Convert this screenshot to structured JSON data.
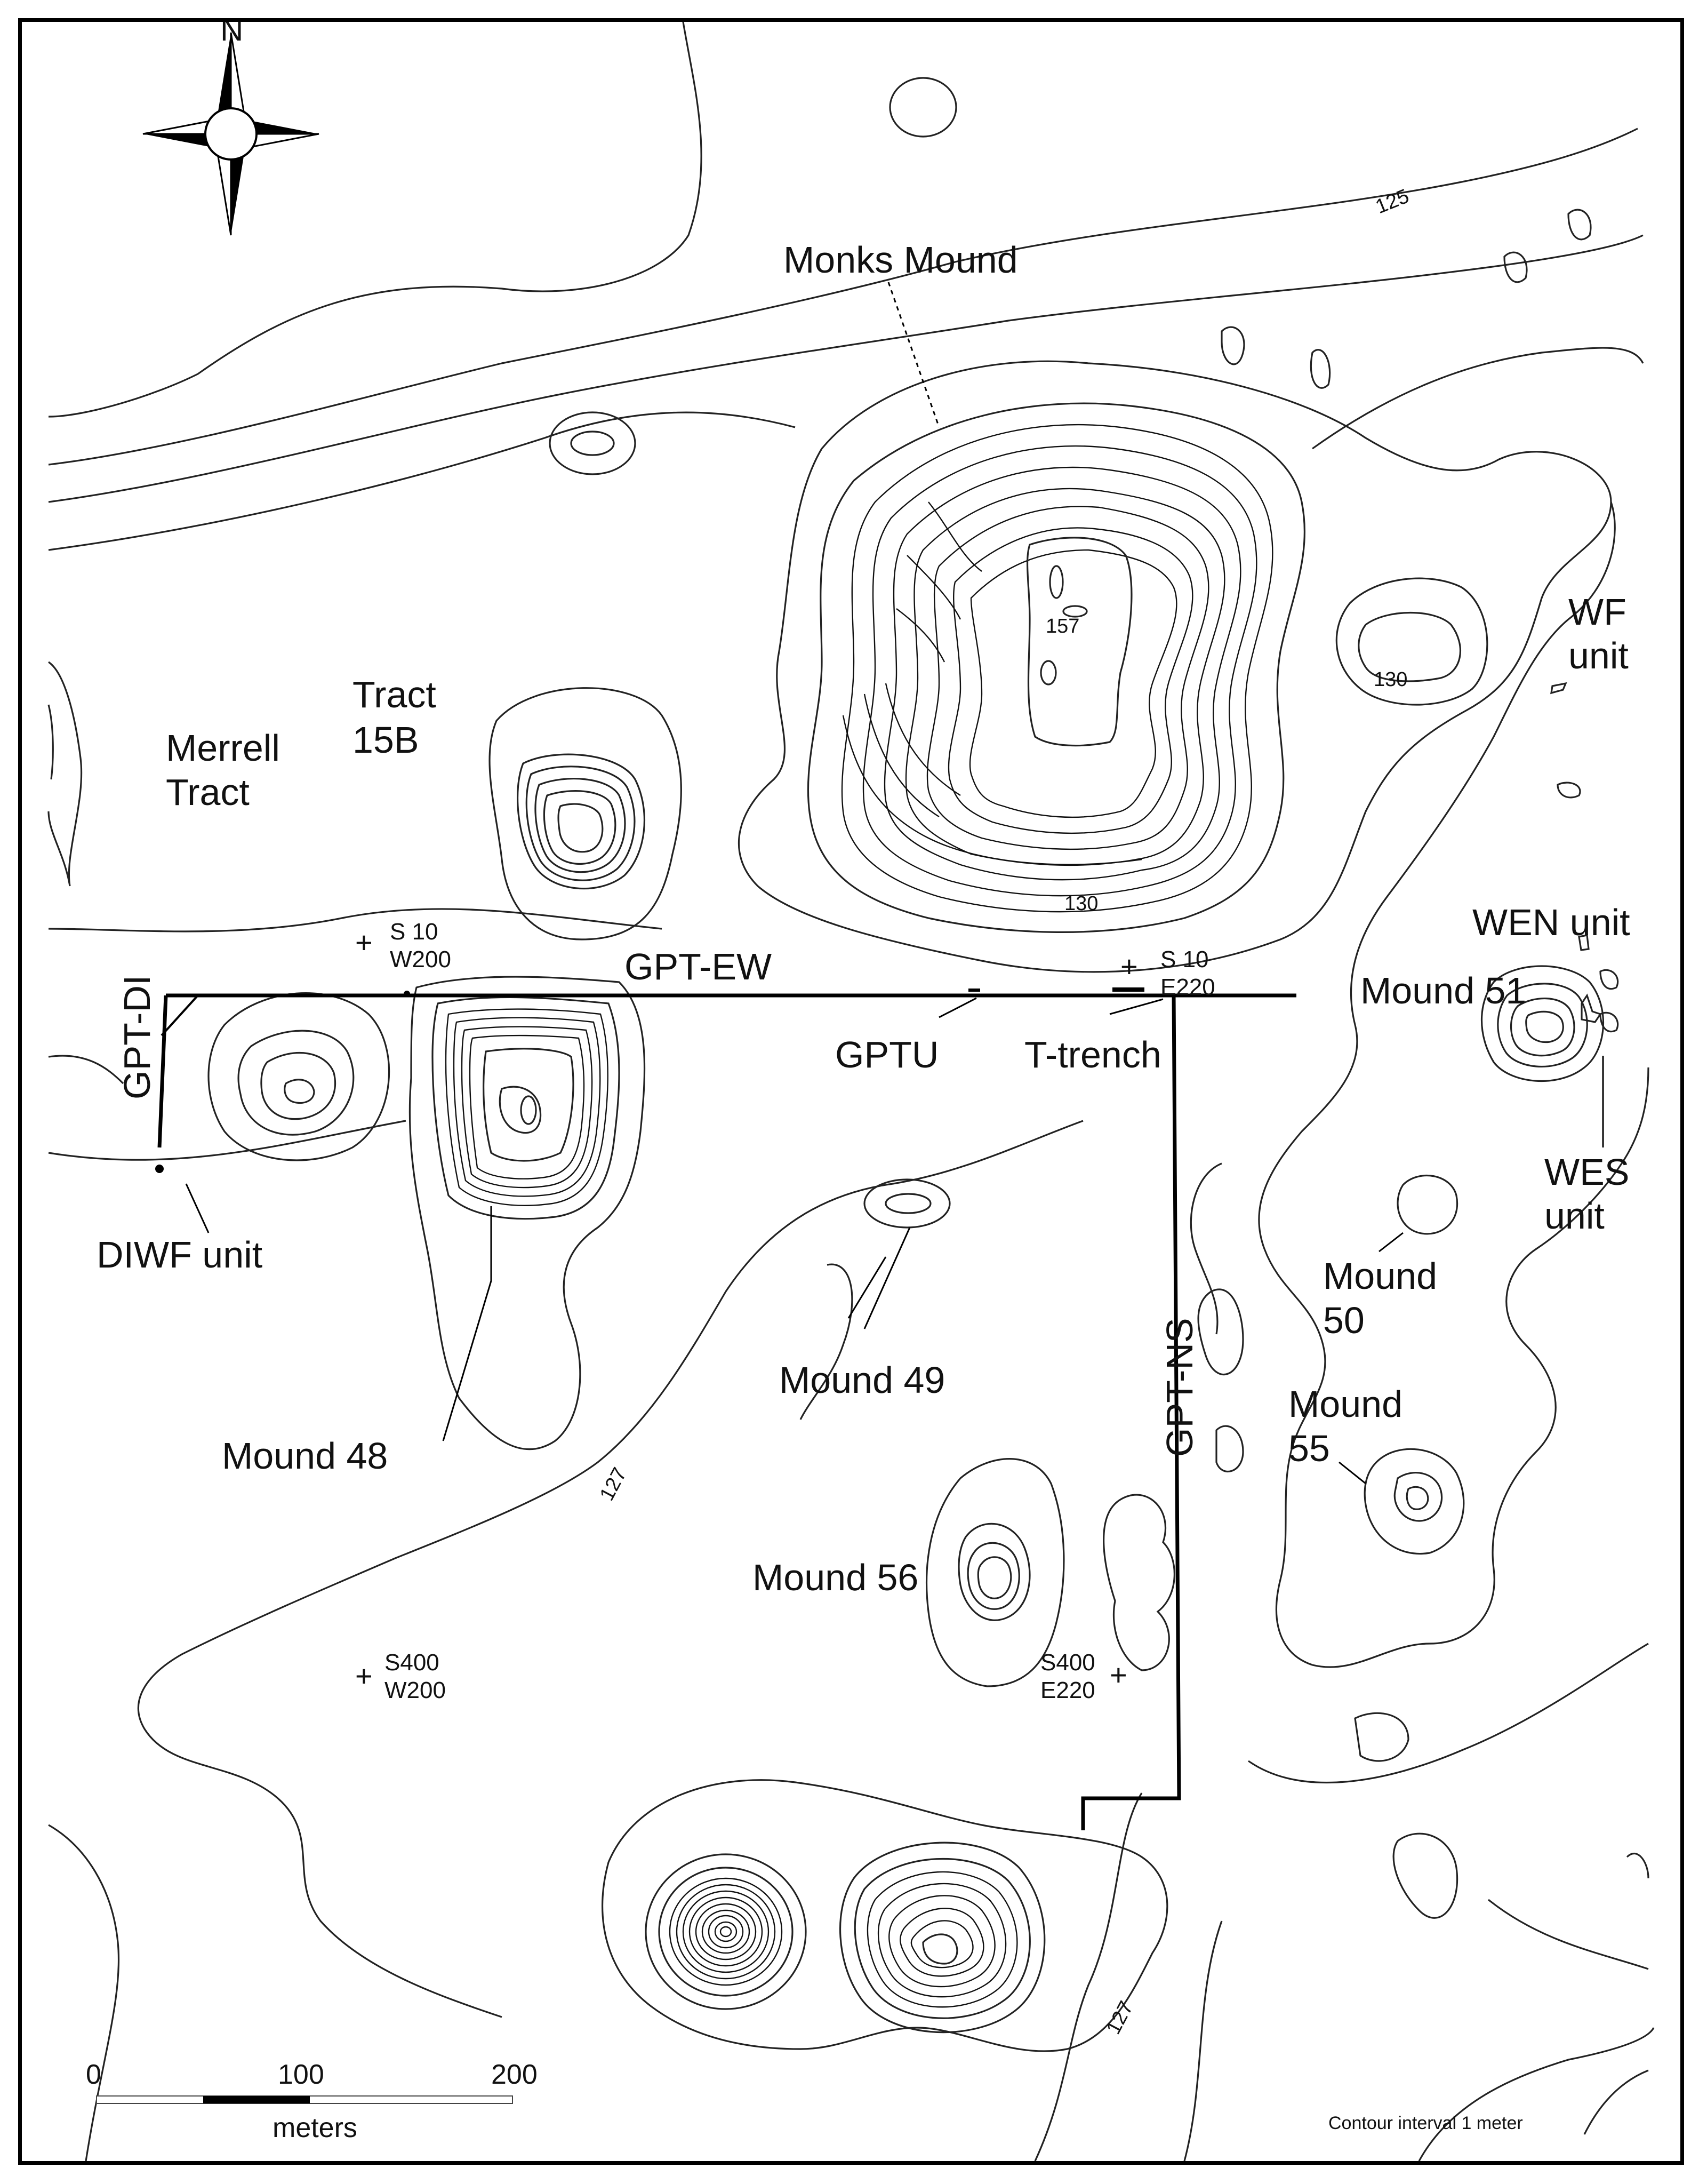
{
  "north_label": "N",
  "contour_interval": "Contour interval 1 meter",
  "scale": {
    "ticks": [
      "0",
      "100",
      "200"
    ],
    "unit": "meters"
  },
  "contour_values": [
    "125",
    "127",
    "127",
    "130",
    "130",
    "157"
  ],
  "labels": {
    "monks_mound": "Monks Mound",
    "tract_15b": [
      "Tract",
      "15B"
    ],
    "merrell_tract": [
      "Merrell",
      "Tract"
    ],
    "wf_unit": [
      "WF",
      "unit"
    ],
    "wen_unit": "WEN unit",
    "wes_unit": [
      "WES",
      "unit"
    ],
    "mound_51": "Mound 51",
    "mound_50": [
      "Mound",
      "50"
    ],
    "mound_55": [
      "Mound",
      "55"
    ],
    "mound_49": "Mound 49",
    "mound_48": "Mound 48",
    "mound_56": "Mound 56",
    "gpt_ew": "GPT-EW",
    "gpt_di": "GPT-DI",
    "gpt_ns": "GPT-NS",
    "gptu": "GPTU",
    "t_trench": "T-trench",
    "diwf_unit": "DIWF unit"
  },
  "grid_points": [
    {
      "line1": "S  10",
      "line2": "W200"
    },
    {
      "line1": "S  10",
      "line2": "E220"
    },
    {
      "line1": "S400",
      "line2": "W200"
    },
    {
      "line1": "S400",
      "line2": "E220"
    }
  ]
}
